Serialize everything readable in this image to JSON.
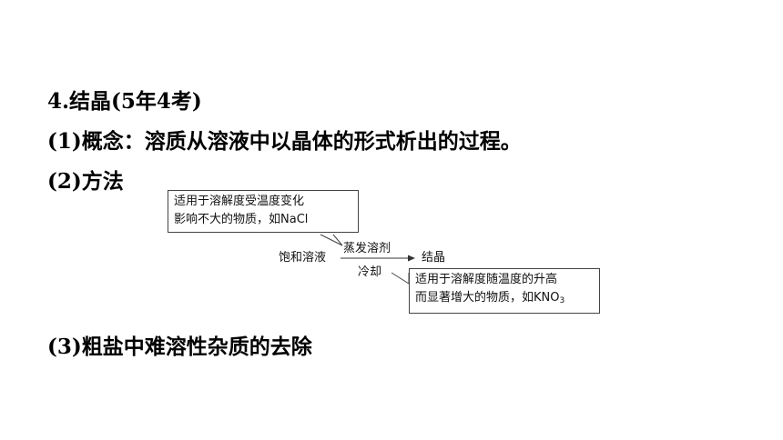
{
  "headings": {
    "section": "4.结晶(5年4考)",
    "concept": "(1)概念：溶质从溶液中以晶体的形式析出的过程。",
    "method": "(2)方法",
    "crude_salt": "(3)粗盐中难溶性杂质的去除"
  },
  "diagram": {
    "start": "饱和溶液",
    "upper_condition": "蒸发溶剂",
    "lower_condition": "冷却",
    "end": "结晶",
    "note_evaporation": {
      "line1": "适用于溶解度受温度变化",
      "line2": "影响不大的物质，如NaCl"
    },
    "note_cooling": {
      "line1": "适用于溶解度随温度的升高",
      "line2_prefix": "而显著增大的物质，如KNO",
      "line2_sub": "3"
    }
  }
}
